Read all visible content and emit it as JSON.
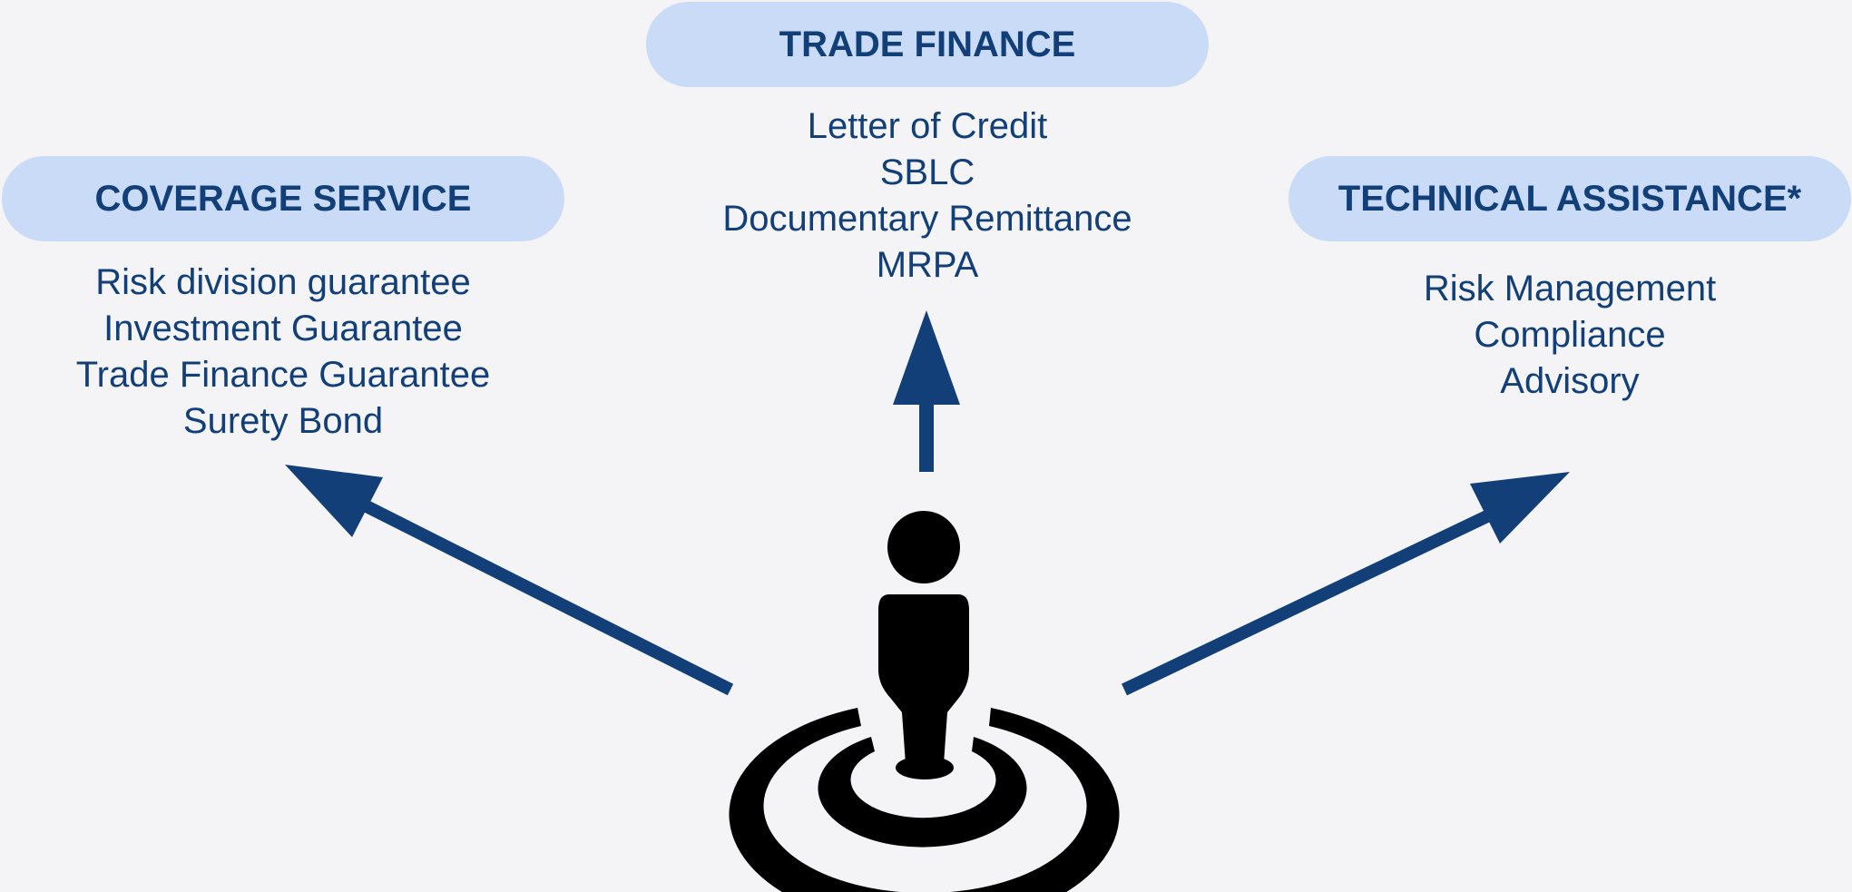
{
  "diagram": {
    "nodes": [
      {
        "id": "coverage",
        "title": "COVERAGE SERVICE",
        "items": [
          "Risk division guarantee",
          "Investment Guarantee",
          "Trade Finance Guarantee",
          "Surety Bond"
        ]
      },
      {
        "id": "trade",
        "title": "TRADE FINANCE",
        "items": [
          "Letter of Credit",
          "SBLC",
          "Documentary Remittance",
          "MRPA"
        ]
      },
      {
        "id": "technical",
        "title": "TECHNICAL ASSISTANCE*",
        "items": [
          "Risk Management",
          "Compliance",
          "Advisory"
        ]
      }
    ],
    "center": {
      "icon": "person-target-icon"
    },
    "arrows": [
      {
        "from": "center",
        "to": "coverage"
      },
      {
        "from": "center",
        "to": "trade"
      },
      {
        "from": "center",
        "to": "technical"
      }
    ],
    "colors": {
      "background": "#f4f4f6",
      "pill": "#c9dbf7",
      "text": "#123f78",
      "arrow": "#123f78",
      "icon": "#000000"
    }
  }
}
